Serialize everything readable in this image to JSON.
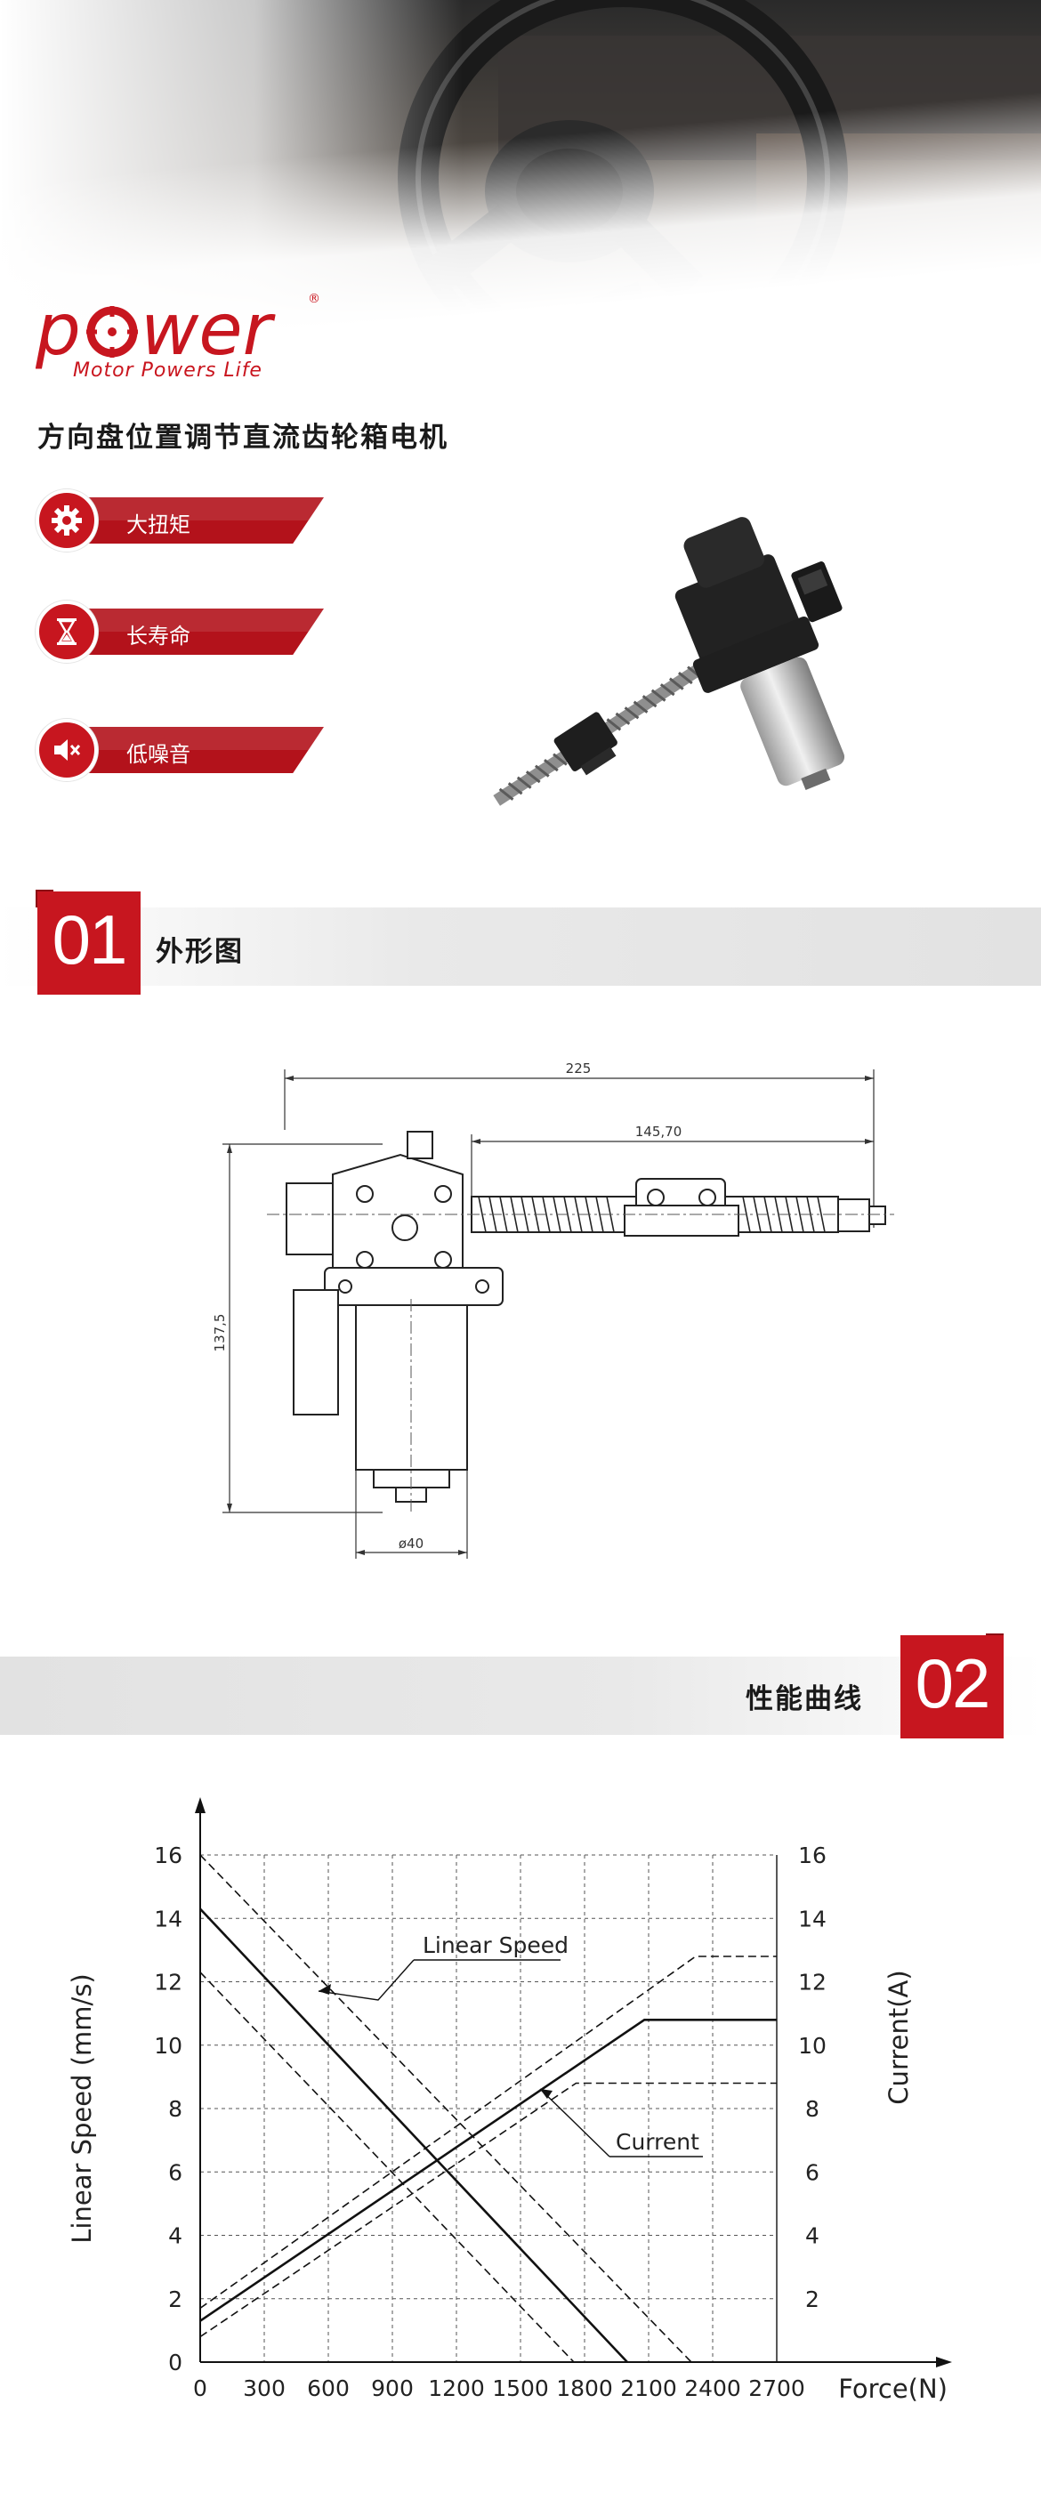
{
  "brand": {
    "logo_text": "power",
    "tagline": "Motor Powers Life",
    "registered": "®",
    "color": "#c7161f"
  },
  "product": {
    "title": "方向盘位置调节直流齿轮箱电机"
  },
  "features": [
    {
      "label": "大扭矩",
      "icon": "gear-icon"
    },
    {
      "label": "长寿命",
      "icon": "hourglass-icon"
    },
    {
      "label": "低噪音",
      "icon": "speaker-mute-icon"
    }
  ],
  "sections": [
    {
      "number": "01",
      "title": "外形图"
    },
    {
      "number": "02",
      "title": "性能曲线"
    }
  ],
  "drawing": {
    "dim_overall_length": "225",
    "dim_screw_length": "145,70",
    "dim_height": "137,5",
    "dim_diameter": "ø40"
  },
  "chart_data": {
    "type": "line",
    "xlabel": "Force(N)",
    "ylabel_left": "Linear Speed (mm/s)",
    "ylabel_right": "Current(A)",
    "x_ticks": [
      0,
      300,
      600,
      900,
      1200,
      1500,
      1800,
      2100,
      2400,
      2700
    ],
    "y_left_ticks": [
      0,
      2,
      4,
      6,
      8,
      10,
      12,
      14,
      16
    ],
    "y_right_ticks": [
      2,
      4,
      6,
      8,
      10,
      12,
      14,
      16
    ],
    "xlim": [
      0,
      2700
    ],
    "ylim": [
      0,
      16
    ],
    "grid": true,
    "annotations": [
      "Linear Speed",
      "Current"
    ],
    "series": [
      {
        "name": "Linear Speed",
        "style": "solid",
        "x": [
          0,
          2000
        ],
        "y": [
          14.3,
          0
        ]
      },
      {
        "style": "dashed",
        "x": [
          0,
          2300
        ],
        "y": [
          16,
          0
        ]
      },
      {
        "style": "dashed",
        "x": [
          0,
          1750
        ],
        "y": [
          12.3,
          0
        ]
      },
      {
        "name": "Current",
        "style": "solid",
        "x": [
          0,
          2080,
          2700
        ],
        "y": [
          1.3,
          10.8,
          10.8
        ]
      },
      {
        "style": "dashed",
        "x": [
          0,
          2320,
          2700
        ],
        "y": [
          1.7,
          12.8,
          12.8
        ]
      },
      {
        "style": "dashed",
        "x": [
          0,
          1760,
          2700
        ],
        "y": [
          0.8,
          8.8,
          8.8
        ]
      }
    ]
  }
}
